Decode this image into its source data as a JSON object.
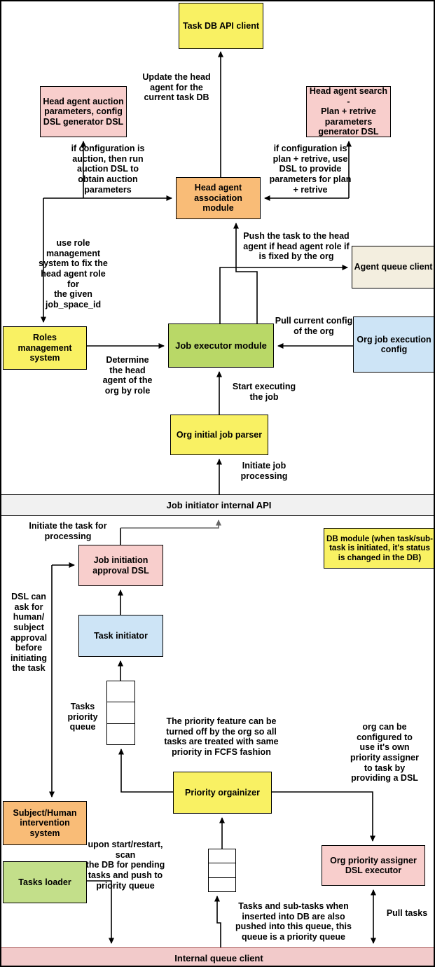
{
  "palette": {
    "yellow": "#F9F163",
    "pink": "#F8CECC",
    "orange": "#F9BC77",
    "green": "#B9D867",
    "green_light": "#C3DF8A",
    "blue": "#CDE4F6",
    "cream": "#F3EEDF",
    "band_gray": "#F1F1F1",
    "band_red_fill": "#F2CACA",
    "band_red_border": "#AC5757",
    "line": "#000000",
    "line_gray": "#666666"
  },
  "nodes": {
    "task_db_api_client": {
      "label": "Task DB API client"
    },
    "head_agent_auction": {
      "label": "Head agent auction\nparameters, config\nDSL generator DSL"
    },
    "head_agent_search": {
      "label": "Head agent search -\nPlan + retrive\nparameters\ngenerator DSL"
    },
    "head_agent_association": {
      "label": "Head agent\nassociation module"
    },
    "agent_queue_client": {
      "label": "Agent queue client"
    },
    "roles_management": {
      "label": "Roles management\nsystem"
    },
    "job_executor": {
      "label": "Job executor module"
    },
    "org_job_execution_config": {
      "label": "Org job execution\nconfig"
    },
    "org_initial_job_parser": {
      "label": "Org initial job parser"
    },
    "job_initiator_api_band": {
      "label": "Job initiator internal API"
    },
    "db_module": {
      "label": "DB module (when task/sub-\ntask is initiated, it's status\nis changed in the DB)"
    },
    "job_initiation_approval": {
      "label": "Job initiation\napproval DSL"
    },
    "task_initiator": {
      "label": "Task initiator"
    },
    "priority_orgainizer": {
      "label": "Priority orgainizer"
    },
    "subject_human": {
      "label": "Subject/Human\nintervention system"
    },
    "tasks_loader": {
      "label": "Tasks loader"
    },
    "org_priority_assigner": {
      "label": "Org priority assigner\nDSL executor"
    },
    "internal_queue_band": {
      "label": "Internal queue client"
    }
  },
  "annotations": {
    "update_head": {
      "text": "Update the head\nagent for the\ncurrent task DB"
    },
    "if_auction": {
      "text": "if configuration is\nauction, then run\nauction DSL to\nobtain auction\nparameters"
    },
    "if_plan": {
      "text": "if configuration is\nplan + retrive, use\nDSL to provide\nparameters for plan\n+ retrive"
    },
    "use_role": {
      "text": "use role\nmanagement\nsystem to fix the\nhead agent role for\nthe given\njob_space_id"
    },
    "push_task": {
      "text": "Push the task to the head\nagent if head agent role if\nis fixed by the org"
    },
    "pull_config": {
      "text": "Pull current config\nof the org"
    },
    "determine_head": {
      "text": "Determine\nthe head\nagent of the\norg by role"
    },
    "start_executing": {
      "text": "Start executing\nthe job"
    },
    "initiate_job": {
      "text": "Initiate job\nprocessing"
    },
    "initiate_task": {
      "text": "Initiate the task for\nprocessing"
    },
    "dsl_ask": {
      "text": "DSL can\nask for\nhuman/\nsubject\napproval\nbefore\ninitiating\nthe task"
    },
    "tasks_priority_queue": {
      "text": "Tasks\npriority\nqueue"
    },
    "priority_feature": {
      "text": "The priority feature can be\nturned off by the org so all\ntasks are treated with same\npriority in FCFS fashion"
    },
    "org_configured": {
      "text": "org can be\nconfigured to\nuse it's own\npriority assigner\nto task by\nproviding a DSL"
    },
    "upon_start": {
      "text": "upon start/restart, scan\nthe DB for pending\ntasks and push to\npriority queue"
    },
    "tasks_inserted": {
      "text": "Tasks and sub-tasks when\ninserted into DB are also\npushed into this queue, this\nqueue is a priority queue"
    },
    "pull_tasks": {
      "text": "Pull tasks"
    }
  },
  "queues": {
    "tasks_priority_queue_cells": 3,
    "db_priority_queue_cells": 3
  }
}
